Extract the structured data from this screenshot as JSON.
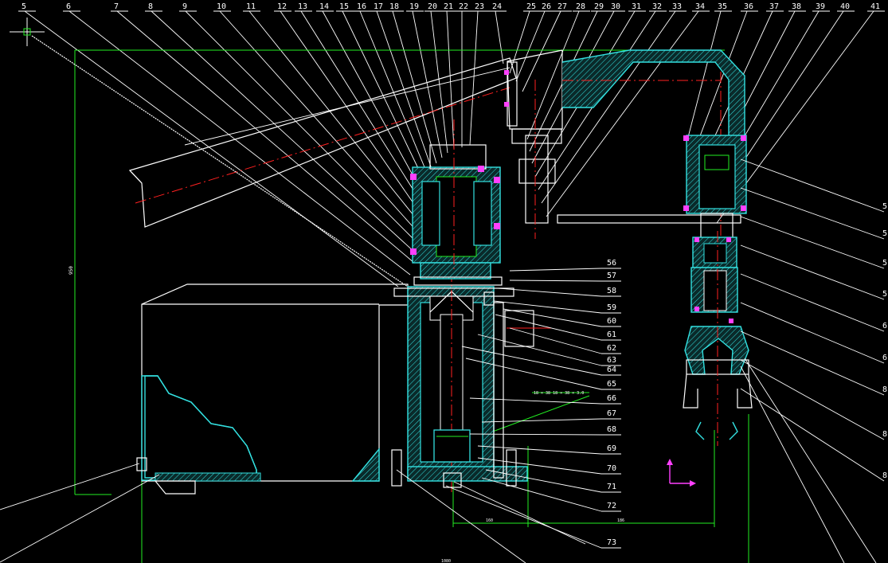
{
  "drawing": {
    "top_callouts": [
      "5",
      "6",
      "7",
      "8",
      "9",
      "10",
      "11",
      "12",
      "13",
      "14",
      "15",
      "16",
      "17",
      "18",
      "19",
      "20",
      "21",
      "22",
      "23",
      "24",
      "25",
      "26",
      "27",
      "28",
      "29",
      "30",
      "31",
      "32",
      "33",
      "34",
      "35",
      "36",
      "37",
      "38",
      "39",
      "40",
      "41"
    ],
    "right_callouts": [
      "56",
      "57",
      "58",
      "59",
      "60",
      "61",
      "62",
      "63",
      "64",
      "65",
      "66",
      "67",
      "68",
      "69",
      "70",
      "71",
      "72",
      "73"
    ],
    "edge_callouts": [
      "5",
      "5",
      "5",
      "5",
      "6",
      "6",
      "8",
      "8",
      "8"
    ],
    "dimensions": {
      "left_vertical": "950",
      "bottom_left": "160",
      "bottom_right": "186",
      "bottom_center": "1080",
      "inline": "18 × 38    18 × 38 × 3.0"
    },
    "colors": {
      "background": "#000000",
      "outline": "#ffffff",
      "section": "#33e0e0",
      "dimension": "#22ee22",
      "centerline": "#ff2020",
      "marker": "#ff40ff"
    }
  }
}
